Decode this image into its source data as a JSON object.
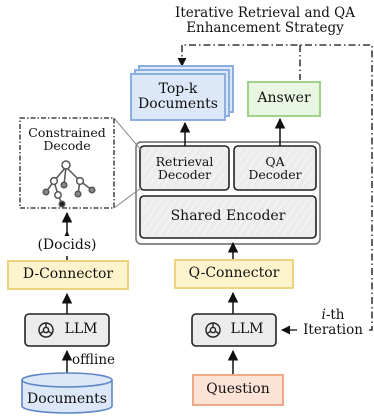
{
  "title": "Iterative Retrieval and QA\nEnhancement Strategy",
  "constrained_decode": "Constrained\nDecode",
  "docids": "(Docids)",
  "d_connector": "D-Connector",
  "llm_left": "LLM",
  "offline": "offline",
  "documents": "Documents",
  "topk": "Top-k\nDocuments",
  "answer": "Answer",
  "retrieval_decoder": "Retrieval\nDecoder",
  "qa_decoder": "QA\nDecoder",
  "shared_encoder": "Shared Encoder",
  "q_connector": "Q-Connector",
  "llm_right": "LLM",
  "iteration_prefix": "i",
  "iteration_suffix": "-th\nIteration",
  "question": "Question",
  "colors": {
    "yellow_fill": "#fdf3cc",
    "yellow_stroke": "#ecd37d",
    "blue_fill": "#dce8f8",
    "blue_stroke": "#8aaede",
    "green_fill": "#e8f6e2",
    "green_stroke": "#9fd28a",
    "orange_fill": "#fde3d6",
    "orange_stroke": "#f0a987",
    "gray_fill": "#ececec",
    "dark_stroke": "#222222"
  },
  "icons": [
    "openai-logo-icon",
    "tree-graph-icon"
  ]
}
